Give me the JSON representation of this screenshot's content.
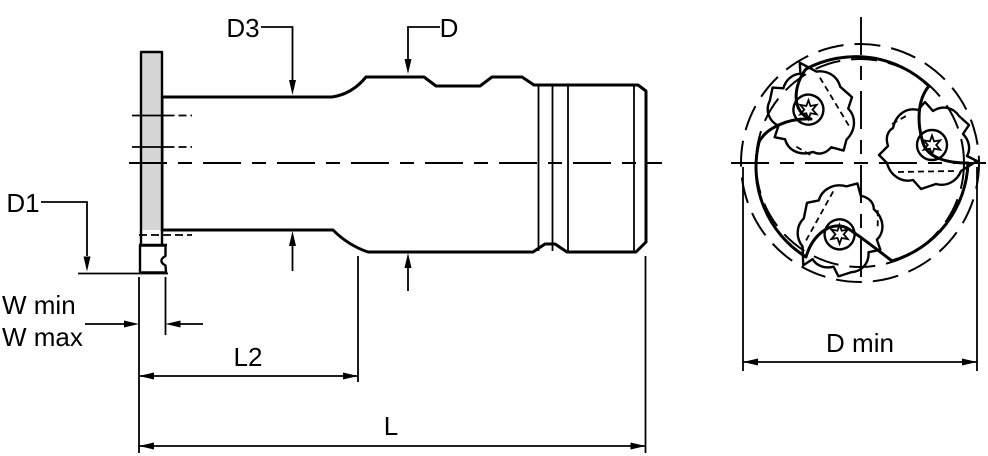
{
  "drawing": {
    "type": "tool-engineering-drawing",
    "labels": {
      "d3": "D3",
      "d": "D",
      "d1": "D1",
      "w_min": "W min",
      "w_max": "W max",
      "l2": "L2",
      "l": "L",
      "d_min": "D min"
    },
    "colors": {
      "background": "#ffffff",
      "body_fill": "#d6d6d6",
      "insert_fill": "#ffffff",
      "line": "#000000"
    },
    "front_view": {
      "insert_count": 3
    }
  }
}
